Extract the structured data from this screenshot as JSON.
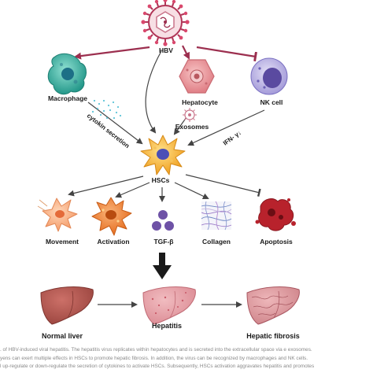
{
  "labels": {
    "hbv": "HBV",
    "macrophage": "Macrophage",
    "hepatocyte": "Hepatocyte",
    "nk_cell": "NK cell",
    "cytokin_secretion": "cytokin secretion",
    "exosomes": "Exosomes",
    "ifn": "IFN- γ↓",
    "hscs": "HSCs",
    "movement": "Movement",
    "activation": "Activation",
    "tgf": "TGF-β",
    "collagen": "Collagen",
    "apoptosis": "Apoptosis",
    "normal_liver": "Normal liver",
    "hepatitis": "Hepatitis",
    "hepatic_fibrosis": "Hepatic fibrosis"
  },
  "caption": {
    "line1": ". of HBV-induced viral hepatitis. The hepatitis virus replicates within hepatocytes and is secreted into the extracellular space via e exosomes.",
    "line2": "yens can exert multiple effects in HSCs to promote hepatic fibrosis. In addition, the virus can be recognized by macrophages and NK cells.",
    "line3": "l up-regulate or down-regulate the secretion of cytokines to activate HSCs. Subsequently, HSCs activation aggravates hepatitis and promotes"
  },
  "colors": {
    "inhibit_arrow": "#9c2f4f",
    "macrophage": "#2aa392",
    "hepatocyte": "#e88a8f",
    "nk_cell": "#8f86cf",
    "hsc": "#f2a32c",
    "movement": "#f4a97a",
    "activation": "#ef7c2e",
    "tgf": "#6e52a6",
    "apoptosis": "#b8222c",
    "liver": "#b2564f"
  },
  "icons": [
    "virus-icon",
    "macrophage-icon",
    "hepatocyte-icon",
    "nk-cell-icon",
    "exosome-icon",
    "hsc-icon",
    "down-arrow-icon",
    "liver-icon"
  ]
}
